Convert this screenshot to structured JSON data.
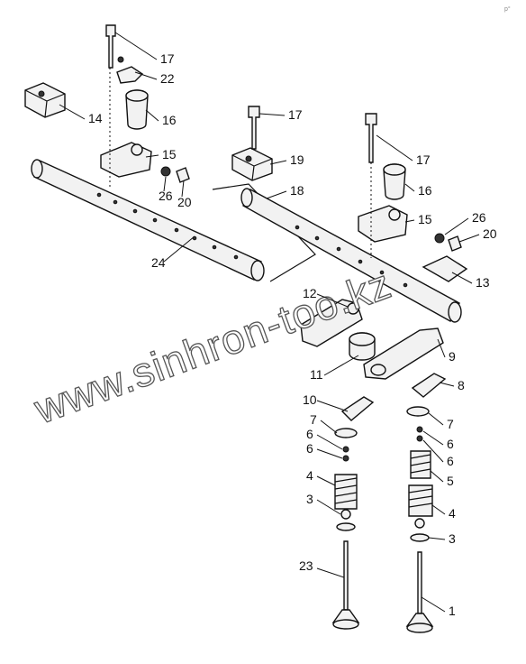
{
  "watermark": "www.sinhron-too.kz",
  "corner_mark": "p°",
  "callouts": [
    {
      "key": "c17a",
      "label": "17"
    },
    {
      "key": "c22",
      "label": "22"
    },
    {
      "key": "c14",
      "label": "14"
    },
    {
      "key": "c16a",
      "label": "16"
    },
    {
      "key": "c15a",
      "label": "15"
    },
    {
      "key": "c26a",
      "label": "26"
    },
    {
      "key": "c20a",
      "label": "20"
    },
    {
      "key": "c24",
      "label": "24"
    },
    {
      "key": "c17b",
      "label": "17"
    },
    {
      "key": "c19",
      "label": "19"
    },
    {
      "key": "c18",
      "label": "18"
    },
    {
      "key": "c17c",
      "label": "17"
    },
    {
      "key": "c16b",
      "label": "16"
    },
    {
      "key": "c15b",
      "label": "15"
    },
    {
      "key": "c26b",
      "label": "26"
    },
    {
      "key": "c20b",
      "label": "20"
    },
    {
      "key": "c13",
      "label": "13"
    },
    {
      "key": "c12",
      "label": "12"
    },
    {
      "key": "c9",
      "label": "9"
    },
    {
      "key": "c11",
      "label": "11"
    },
    {
      "key": "c8",
      "label": "8"
    },
    {
      "key": "c10",
      "label": "10"
    },
    {
      "key": "c7a",
      "label": "7"
    },
    {
      "key": "c7b",
      "label": "7"
    },
    {
      "key": "c6a",
      "label": "6"
    },
    {
      "key": "c6b",
      "label": "6"
    },
    {
      "key": "c6c",
      "label": "6"
    },
    {
      "key": "c6d",
      "label": "6"
    },
    {
      "key": "c5",
      "label": "5"
    },
    {
      "key": "c4a",
      "label": "4"
    },
    {
      "key": "c4b",
      "label": "4"
    },
    {
      "key": "c3a",
      "label": "3"
    },
    {
      "key": "c3b",
      "label": "3"
    },
    {
      "key": "c23",
      "label": "23"
    },
    {
      "key": "c1",
      "label": "1"
    }
  ]
}
